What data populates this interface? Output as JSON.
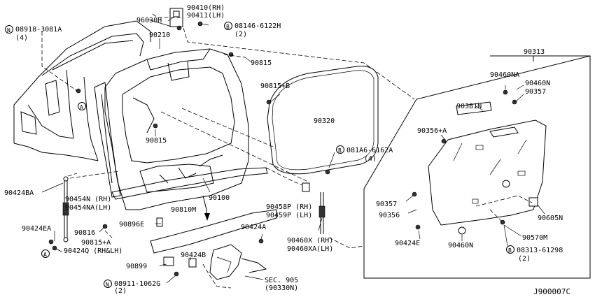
{
  "diagram_code": "J900007C",
  "labels": {
    "l90410": "90410(RH)",
    "l90411": "90411(LH)",
    "l96030h": "96030H",
    "l08918": "08918-3081A",
    "l08918q": "(4)",
    "l08146": "08146-6122H",
    "l08146q": "(2)",
    "l90210": "90210",
    "l90815a": "90815",
    "l90815b": "90815+B",
    "l90815c": "90815",
    "l90313": "90313",
    "l90460na": "90460NA",
    "l90460n_top": "90460N",
    "l90357_top": "90357",
    "l90381n": "90381N",
    "l90356a": "90356+A",
    "l90320": "90320",
    "l081a6": "081A6-6162A",
    "l081a6q": "(4)",
    "l90100": "90100",
    "l90424ba": "90424BA",
    "l90454n": "90454N (RH)",
    "l90454na": "90454NA(LH)",
    "l90458p": "90458P (RH)",
    "l90459p": "90459P (LH)",
    "l90810m": "90810M",
    "l90896e": "90896E",
    "l90424ea": "90424EA",
    "l90816": "90816",
    "l90815a2": "90815+A",
    "l90424q": "90424Q (RH&LH)",
    "l90424a": "90424A",
    "l90460x": "90460X  (RH)",
    "l90460xa": "90460XA(LH)",
    "l90357_mid": "90357",
    "l90356": "90356",
    "l90424e": "90424E",
    "l90460n_bot": "90460N",
    "l90605n": "90605N",
    "l90570m": "90570M",
    "l08313": "08313-61298",
    "l08313q": "(2)",
    "l90899": "90899",
    "l90424b": "90424B",
    "l08911": "08911-1062G",
    "l08911q": "(2)",
    "lsec905": "SEC. 905",
    "lsec905b": "(90330N)",
    "circle_n": "N",
    "circle_b": "B",
    "circle_a": "A"
  },
  "colors": {
    "ink": "#000000",
    "paper": "#ffffff"
  }
}
